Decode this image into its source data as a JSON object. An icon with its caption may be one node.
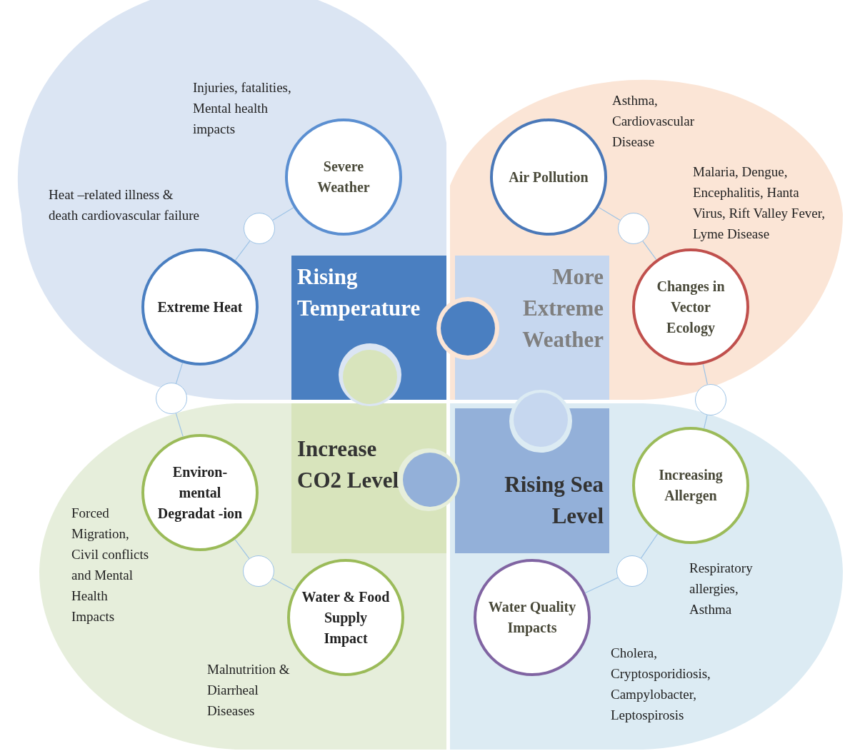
{
  "diagram": {
    "nodes": [
      {
        "text": [
          "Severe Weather"
        ],
        "beside": [
          "Injuries, fatalities, Mental health impacts"
        ]
      },
      {
        "text": [
          "Air Pollution"
        ],
        "beside": [
          "Asthma, Cardiovascular Disease"
        ]
      },
      {
        "text": [],
        "shape": "circle"
      },
      {
        "text": [],
        "shape": "circle"
      },
      {
        "text": [
          "Extreme Heat"
        ],
        "beside": [
          "Heat –related illness & death cardiovascular failure"
        ]
      },
      {
        "text": [
          "Rising Temperature"
        ]
      },
      {
        "text": [
          "More Extreme Weather"
        ]
      },
      {
        "text": [
          "Changes in Vector Ecology"
        ],
        "beside": [
          "Malaria, Dengue, Encephalitis, Hanta Virus, Rift Valley Fever, Lyme Disease"
        ]
      },
      {
        "text": [],
        "shape": "circle"
      },
      {
        "text": [],
        "shape": "circle"
      },
      {
        "text": [
          "Environ- mental Degradat -ion"
        ],
        "beside": [
          "Forced Migration, Civil conflicts and Mental Health Impacts"
        ]
      },
      {
        "text": [
          "Increase CO2 Level"
        ]
      },
      {
        "text": [
          "Rising Sea Level"
        ]
      },
      {
        "text": [
          "Increasing Allergen"
        ],
        "beside": [
          "Respiratory allergies, Asthma"
        ]
      },
      {
        "text": [],
        "shape": "circle"
      },
      {
        "text": [],
        "shape": "circle"
      },
      {
        "text": [
          "Water & Food Supply Impact"
        ],
        "beside": [
          "Malnutrition & Diarrheal Diseases"
        ]
      },
      {
        "text": [
          "Water Quality Impacts"
        ],
        "beside": [
          "Cholera, Cryptosporidiosis, Campylobacter, Leptospirosis"
        ]
      }
    ],
    "edges": [
      {
        "from": 0,
        "to": 2,
        "arrow": "none"
      },
      {
        "from": 2,
        "to": 4,
        "arrow": "none"
      },
      {
        "from": 4,
        "to": 8,
        "arrow": "none"
      },
      {
        "from": 8,
        "to": 10,
        "arrow": "none"
      },
      {
        "from": 10,
        "to": 14,
        "arrow": "none"
      },
      {
        "from": 14,
        "to": 16,
        "arrow": "none"
      },
      {
        "from": 17,
        "to": 15,
        "arrow": "none"
      },
      {
        "from": 15,
        "to": 13,
        "arrow": "none"
      },
      {
        "from": 13,
        "to": 9,
        "arrow": "none"
      },
      {
        "from": 9,
        "to": 7,
        "arrow": "none"
      },
      {
        "from": 7,
        "to": 3,
        "arrow": "none"
      },
      {
        "from": 3,
        "to": 1,
        "arrow": "none"
      }
    ]
  }
}
